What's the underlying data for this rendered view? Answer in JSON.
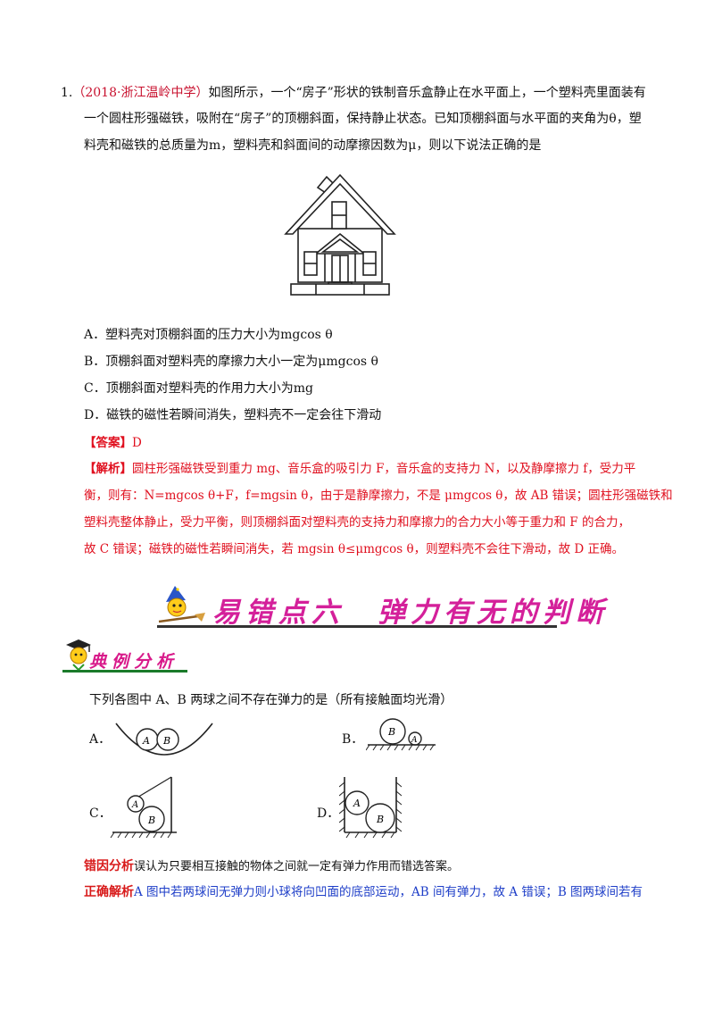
{
  "question": {
    "number": "1.",
    "source": "（2018·浙江温岭中学）",
    "line1": "如图所示，一个“房子”形状的铁制音乐盒静止在水平面上，一个塑料壳里面装有",
    "line2": "一个圆柱形强磁铁，吸附在“房子”的顶棚斜面，保持静止状态。已知顶棚斜面与水平面的夹角为θ，塑",
    "line3": "料壳和磁铁的总质量为m，塑料壳和斜面间的动摩擦因数为μ，则以下说法正确的是"
  },
  "options": [
    {
      "letter": "A．",
      "text": "塑料壳对顶棚斜面的压力大小为mgcos θ"
    },
    {
      "letter": "B．",
      "text": "顶棚斜面对塑料壳的摩擦力大小一定为μmgcos θ"
    },
    {
      "letter": "C．",
      "text": "顶棚斜面对塑料壳的作用力大小为mg"
    },
    {
      "letter": "D．",
      "text": "磁铁的磁性若瞬间消失，塑料壳不一定会往下滑动"
    }
  ],
  "answer": {
    "label": "【答案】",
    "value": "D"
  },
  "analysis": {
    "label": "【解析】",
    "line1": "圆柱形强磁铁受到重力 mg、音乐盒的吸引力 F，音乐盒的支持力 N，以及静摩擦力 f，受力平",
    "line2": "衡，则有：N=mgcos θ+F，f=mgsin θ，由于是静摩擦力，不是 μmgcos θ，故 AB 错误；圆柱形强磁铁和",
    "line3": "塑料壳整体静止，受力平衡，则顶棚斜面对塑料壳的支持力和摩擦力的合力大小等于重力和 F 的合力，",
    "line4": "故 C 错误；磁铁的磁性若瞬间消失，若 mgsin θ≤μmgcos θ，则塑料壳不会往下滑动，故 D 正确。"
  },
  "banner": {
    "title": "易错点六　弹力有无的判断"
  },
  "example": {
    "heading": "典例分析",
    "prompt": "下列各图中 A、B 两球之间不存在弹力的是（所有接触面均光滑）",
    "choices": [
      {
        "label": "A．",
        "ball1": "A",
        "ball2": "B"
      },
      {
        "label": "B．",
        "ball1": "B",
        "ball2": "A"
      },
      {
        "label": "C．",
        "ball1": "A",
        "ball2": "B"
      },
      {
        "label": "D．",
        "ball1": "A",
        "ball2": "B"
      }
    ]
  },
  "error_cause": {
    "label": "错因分析",
    "text": "误认为只要相互接触的物体之间就一定有弹力作用而错选答案。"
  },
  "correct_analysis": {
    "label": "正确解析",
    "text": "A 图中若两球间无弹力则小球将向凹面的底部运动，AB 间有弹力，故 A 错误；B 图两球间若有"
  },
  "colors": {
    "source": "#c8102e",
    "analysis": "#e0101f",
    "banner": "#d4209a",
    "explain": "#1e3ec8"
  }
}
